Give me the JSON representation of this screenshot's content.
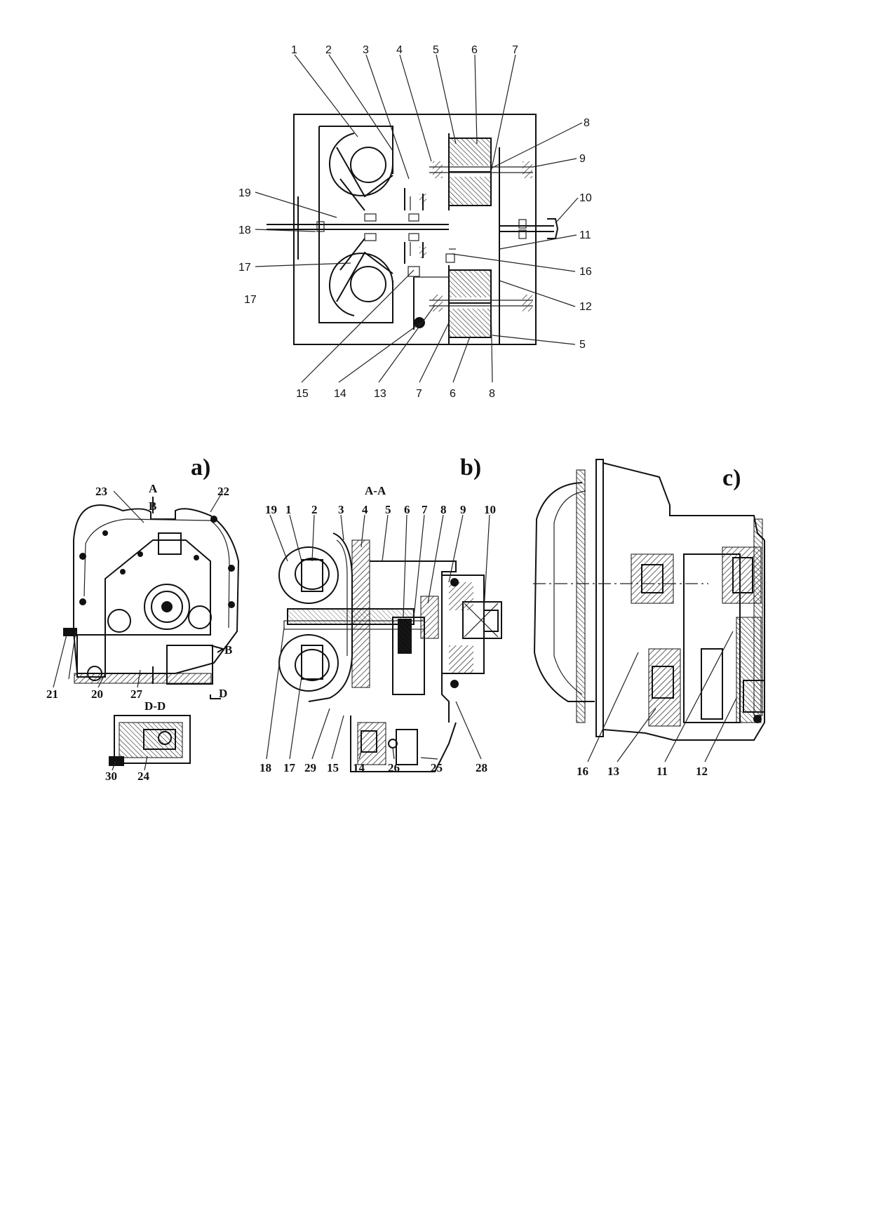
{
  "schematic": {
    "callouts": [
      "1",
      "2",
      "3",
      "4",
      "5",
      "6",
      "7",
      "8",
      "9",
      "10",
      "11",
      "16",
      "12",
      "5",
      "8",
      "6",
      "7",
      "13",
      "14",
      "15",
      "17",
      "18",
      "19"
    ],
    "stray": "17"
  },
  "panels": {
    "a": "a)",
    "b": "b)",
    "c": "c)"
  },
  "sections": {
    "aa": "A-A",
    "a_mark": "A",
    "b_mark_top": "B",
    "b_mark_side": "B",
    "dd": "D-D",
    "d_mark": "D"
  },
  "panel_a": {
    "callouts": [
      "23",
      "22",
      "21",
      "20",
      "27",
      "30",
      "24"
    ]
  },
  "panel_b": {
    "callouts_top": [
      "19",
      "1",
      "2",
      "3",
      "4",
      "5",
      "6",
      "7",
      "8",
      "9",
      "10"
    ],
    "callouts_bottom": [
      "18",
      "17",
      "29",
      "15",
      "14",
      "26",
      "25",
      "28"
    ]
  },
  "panel_c": {
    "callouts": [
      "16",
      "13",
      "11",
      "12"
    ]
  }
}
